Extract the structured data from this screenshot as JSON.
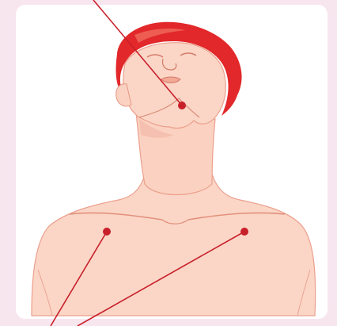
{
  "illustration": {
    "subject": "head-tilted-back-neck-and-upper-chest",
    "colors": {
      "page_background": "#f8e6ef",
      "panel": "#ffffff",
      "skin": "#fbd6c7",
      "skin_shade": "#f2b8a6",
      "outline": "#e89580",
      "hair": "#e2282a",
      "leader_line": "#c8202a"
    }
  },
  "callouts": [
    {
      "id": "chin-jaw",
      "target": "under-chin-jaw"
    },
    {
      "id": "left-collarbone",
      "target": "left-clavicle"
    },
    {
      "id": "right-collarbone",
      "target": "right-clavicle"
    }
  ]
}
